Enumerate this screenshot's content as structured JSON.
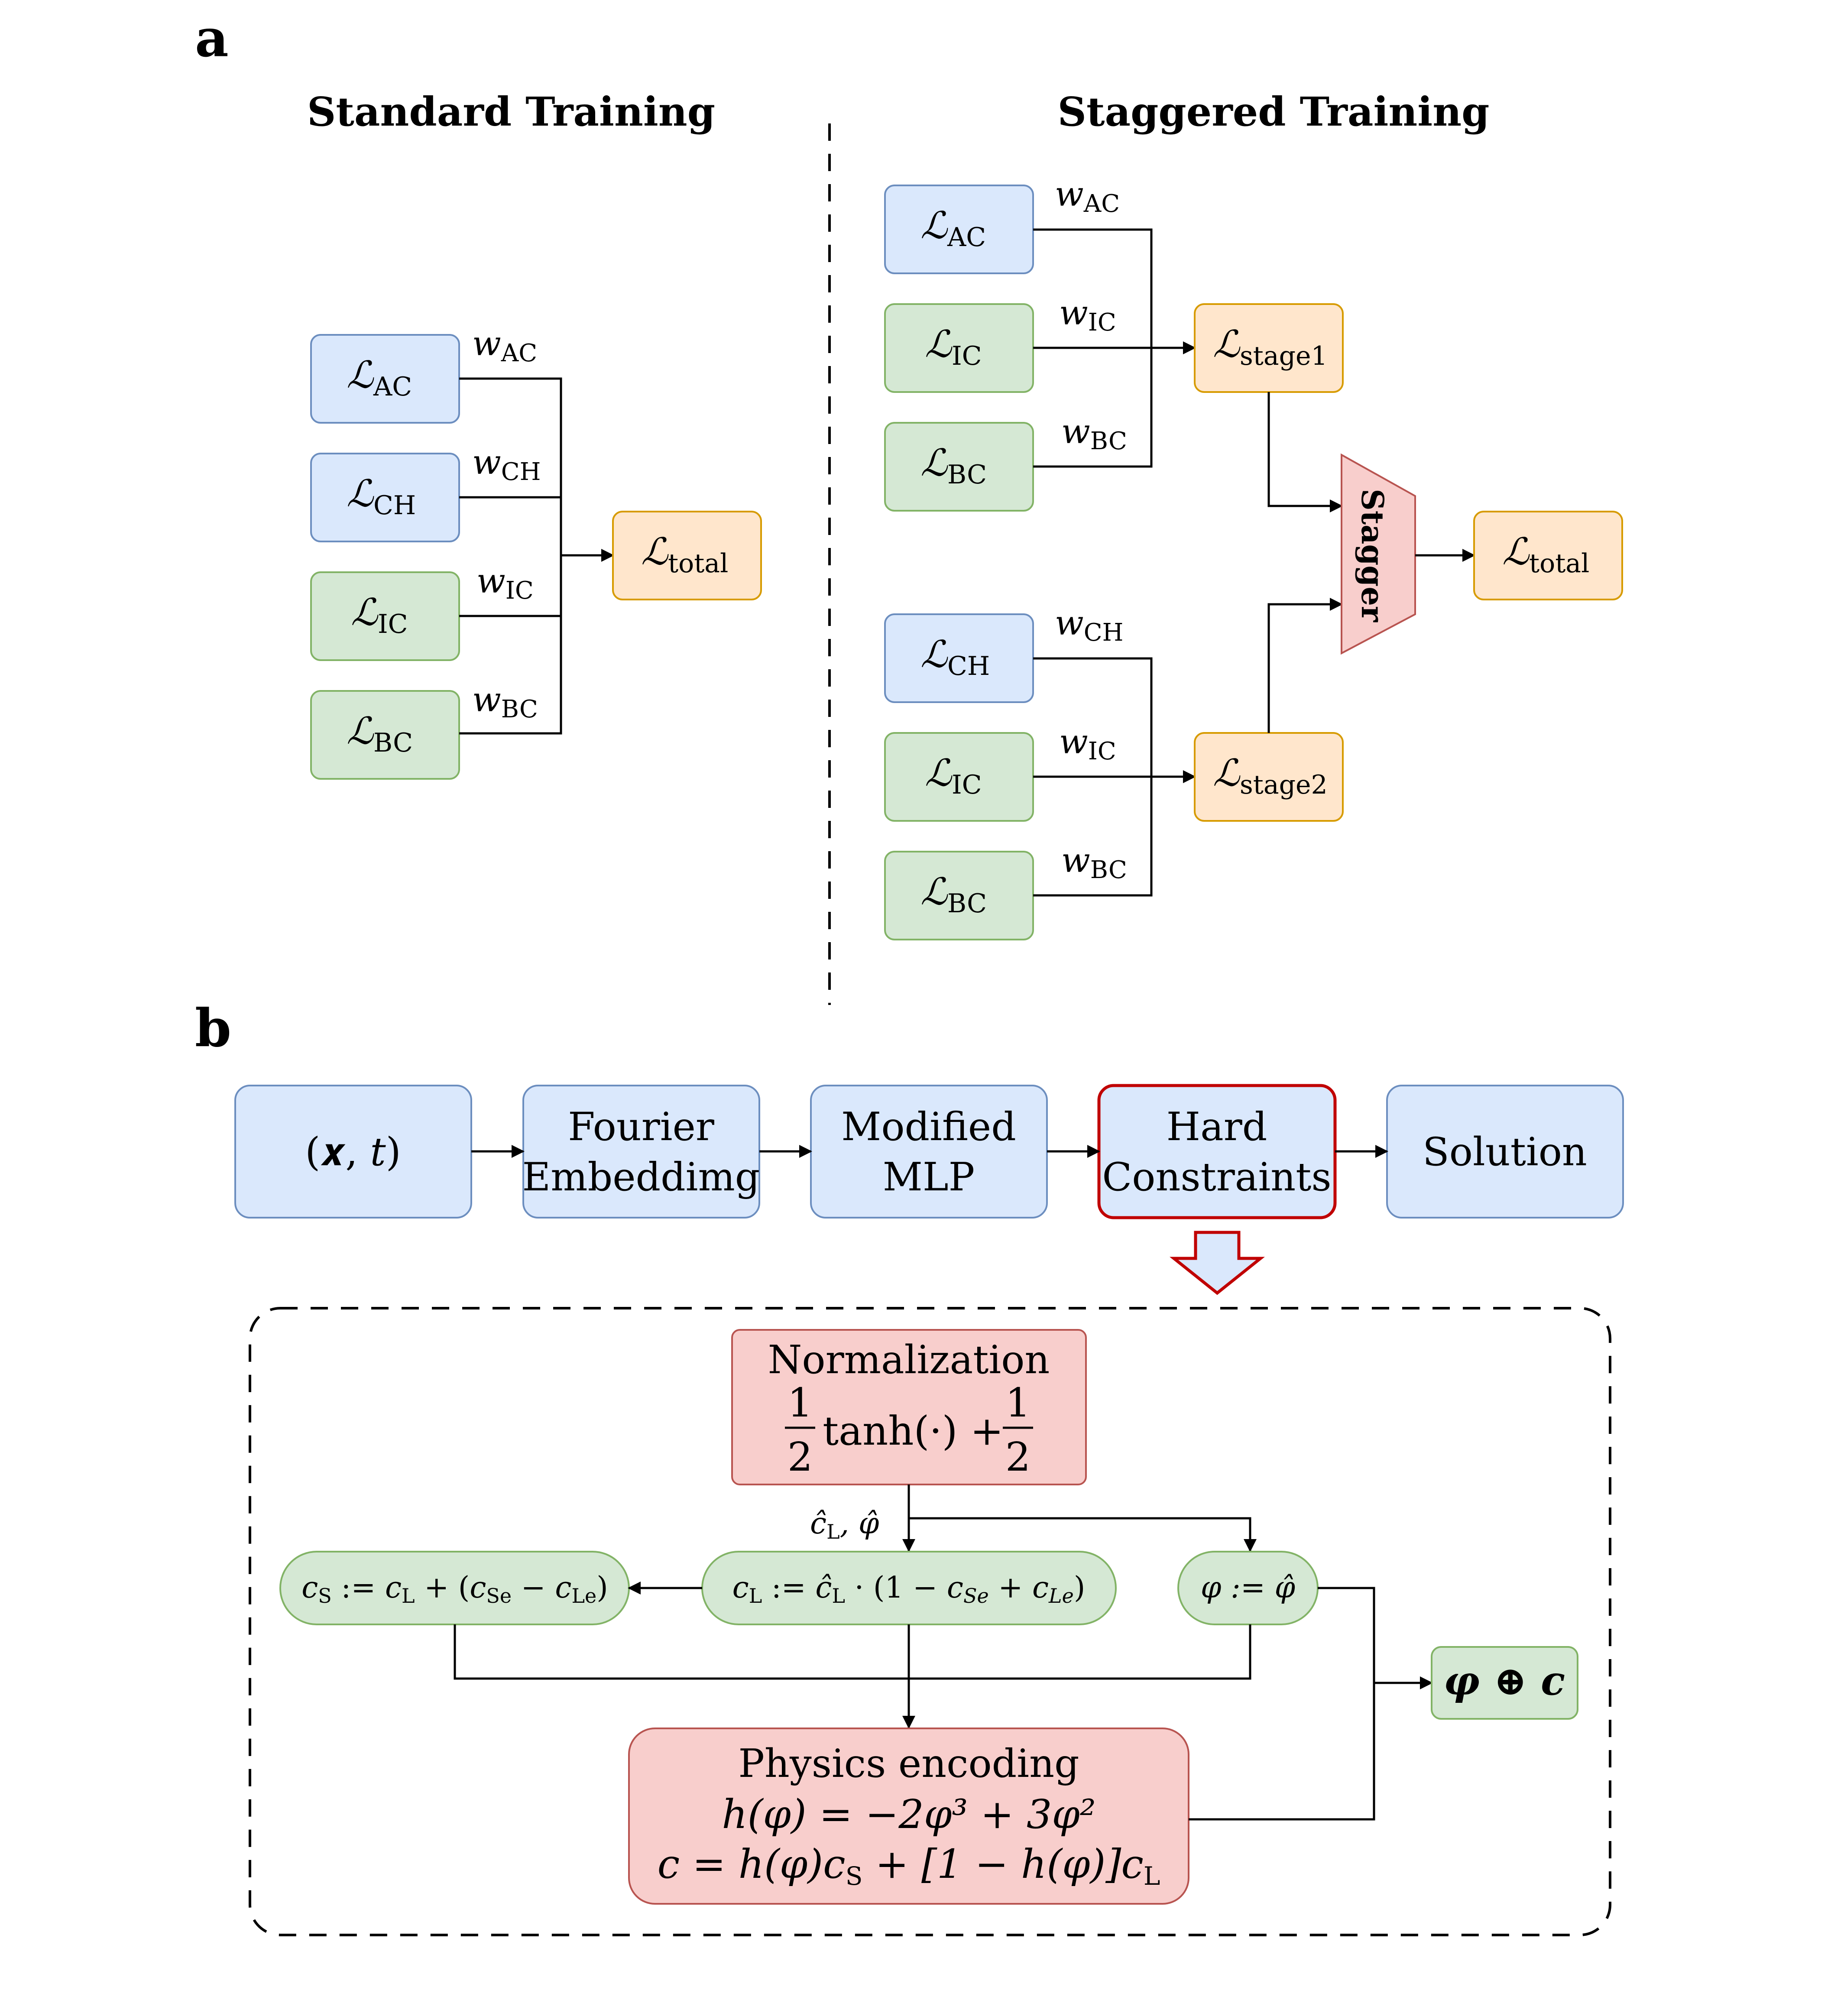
{
  "panel_a": {
    "label": "a",
    "standard": {
      "title": "Standard Training",
      "boxes": [
        {
          "base": "ℒ",
          "sub": "AC",
          "weight": "w",
          "wsub": "AC"
        },
        {
          "base": "ℒ",
          "sub": "CH",
          "weight": "w",
          "wsub": "CH"
        },
        {
          "base": "ℒ",
          "sub": "IC",
          "weight": "w",
          "wsub": "IC"
        },
        {
          "base": "ℒ",
          "sub": "BC",
          "weight": "w",
          "wsub": "BC"
        }
      ],
      "output": {
        "base": "ℒ",
        "sub": "total"
      }
    },
    "staggered": {
      "title": "Staggered Training",
      "group1": [
        {
          "base": "ℒ",
          "sub": "AC",
          "weight": "w",
          "wsub": "AC"
        },
        {
          "base": "ℒ",
          "sub": "IC",
          "weight": "w",
          "wsub": "IC"
        },
        {
          "base": "ℒ",
          "sub": "BC",
          "weight": "w",
          "wsub": "BC"
        }
      ],
      "group2": [
        {
          "base": "ℒ",
          "sub": "CH",
          "weight": "w",
          "wsub": "CH"
        },
        {
          "base": "ℒ",
          "sub": "IC",
          "weight": "w",
          "wsub": "IC"
        },
        {
          "base": "ℒ",
          "sub": "BC",
          "weight": "w",
          "wsub": "BC"
        }
      ],
      "stage1": {
        "base": "ℒ",
        "sub": "stage1"
      },
      "stage2": {
        "base": "ℒ",
        "sub": "stage2"
      },
      "stagger_label": "Stagger",
      "output": {
        "base": "ℒ",
        "sub": "total"
      }
    }
  },
  "panel_b": {
    "label": "b",
    "pipeline": [
      {
        "line1": "(𝒙, 𝑡)",
        "line2": ""
      },
      {
        "line1": "Fourier",
        "line2": "Embeddimg"
      },
      {
        "line1": "Modified",
        "line2": "MLP"
      },
      {
        "line1": "Hard",
        "line2": "Constraints"
      },
      {
        "line1": "Solution",
        "line2": ""
      }
    ],
    "normalization": {
      "title": "Normalization",
      "formula_mid": "tanh(·) +",
      "frac_num": "1",
      "frac_den": "2"
    },
    "arrow_label": "ĉ",
    "arrow_label_sub": "L",
    "arrow_label_phi": ", φ̂",
    "cS_eq": "c",
    "cL_eq": "c",
    "phi_eq": "φ := φ̂",
    "output": "φ ⊕ c",
    "physics": {
      "title": "Physics encoding",
      "eq1": "h(φ) = −2φ³ + 3φ²",
      "eq2": "c = h(φ)c",
      "eq2_sub1": "S",
      "eq2_mid": " + [1 − h(φ)]c",
      "eq2_sub2": "L"
    }
  }
}
